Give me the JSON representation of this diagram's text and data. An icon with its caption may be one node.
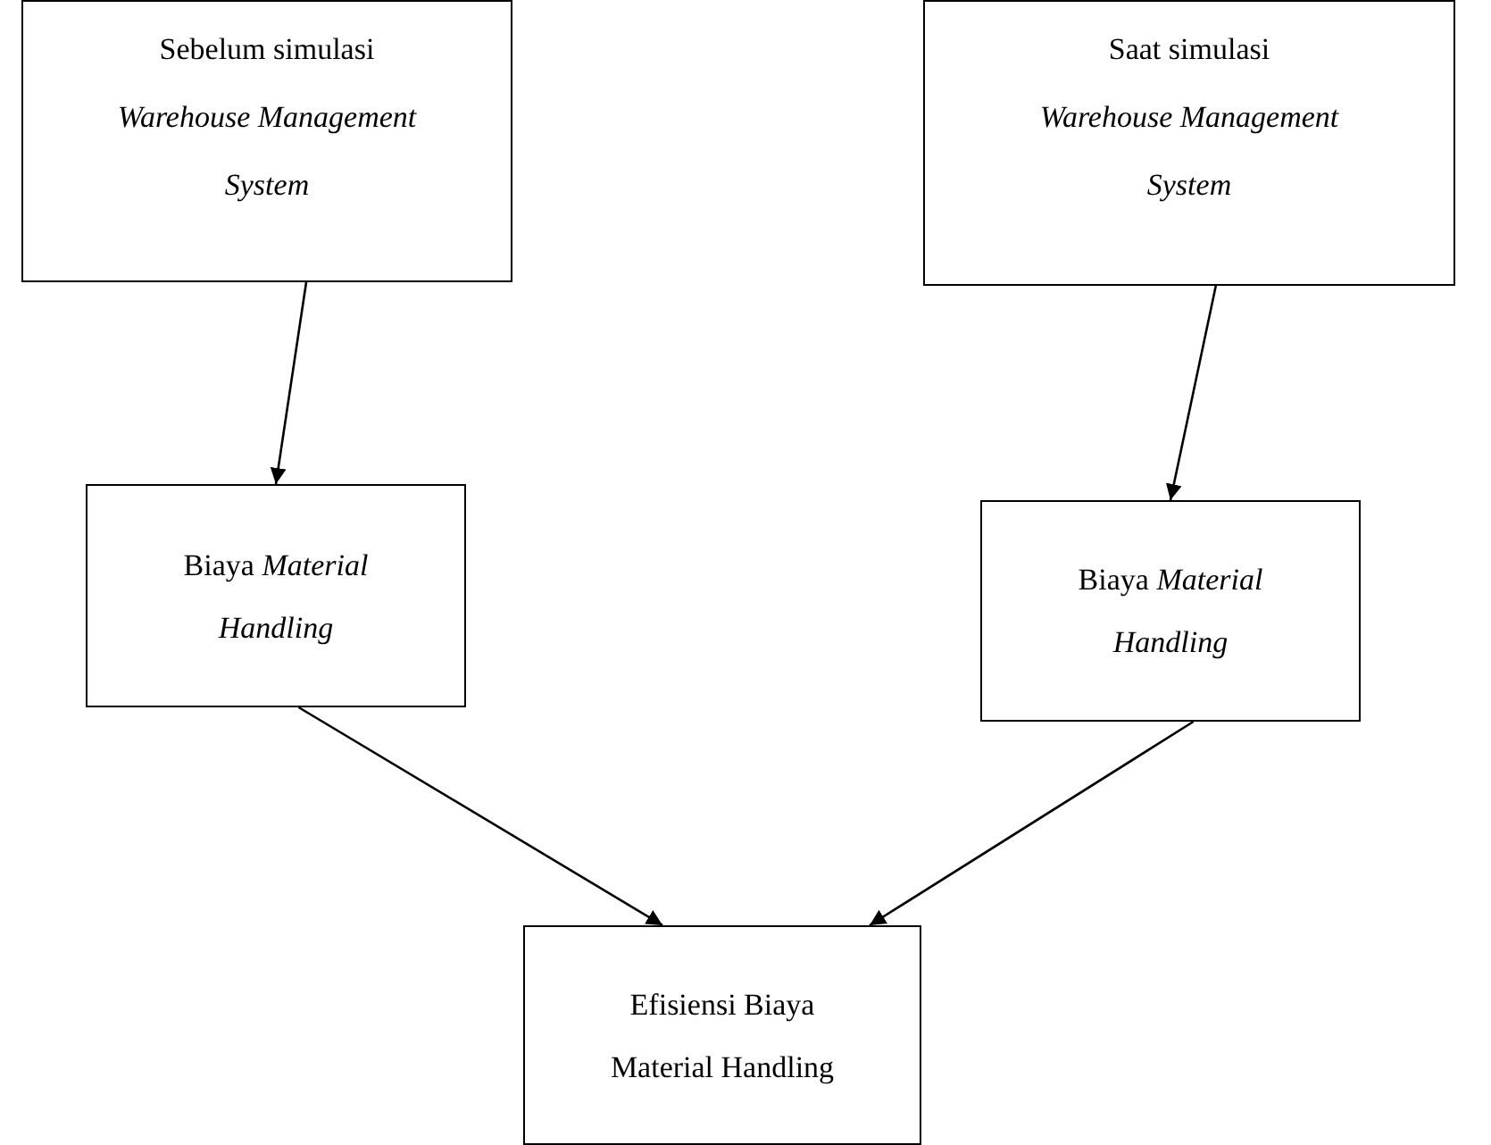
{
  "diagram": {
    "nodes": [
      {
        "text": [
          "Sebelum simulasi",
          "Warehouse Management System"
        ]
      },
      {
        "text": [
          "Saat simulasi",
          "Warehouse Management System"
        ]
      },
      {
        "text": [
          "Biaya *Material Handling*"
        ]
      },
      {
        "text": [
          "Biaya *Material Handling*"
        ]
      },
      {
        "text": [
          "Efisiensi Biaya Material Handling"
        ]
      }
    ],
    "edges": [
      {
        "from": 0,
        "to": 2,
        "arrow": "to"
      },
      {
        "from": 1,
        "to": 3,
        "arrow": "to"
      },
      {
        "from": 2,
        "to": 4,
        "arrow": "to"
      },
      {
        "from": 3,
        "to": 4,
        "arrow": "to"
      }
    ]
  }
}
